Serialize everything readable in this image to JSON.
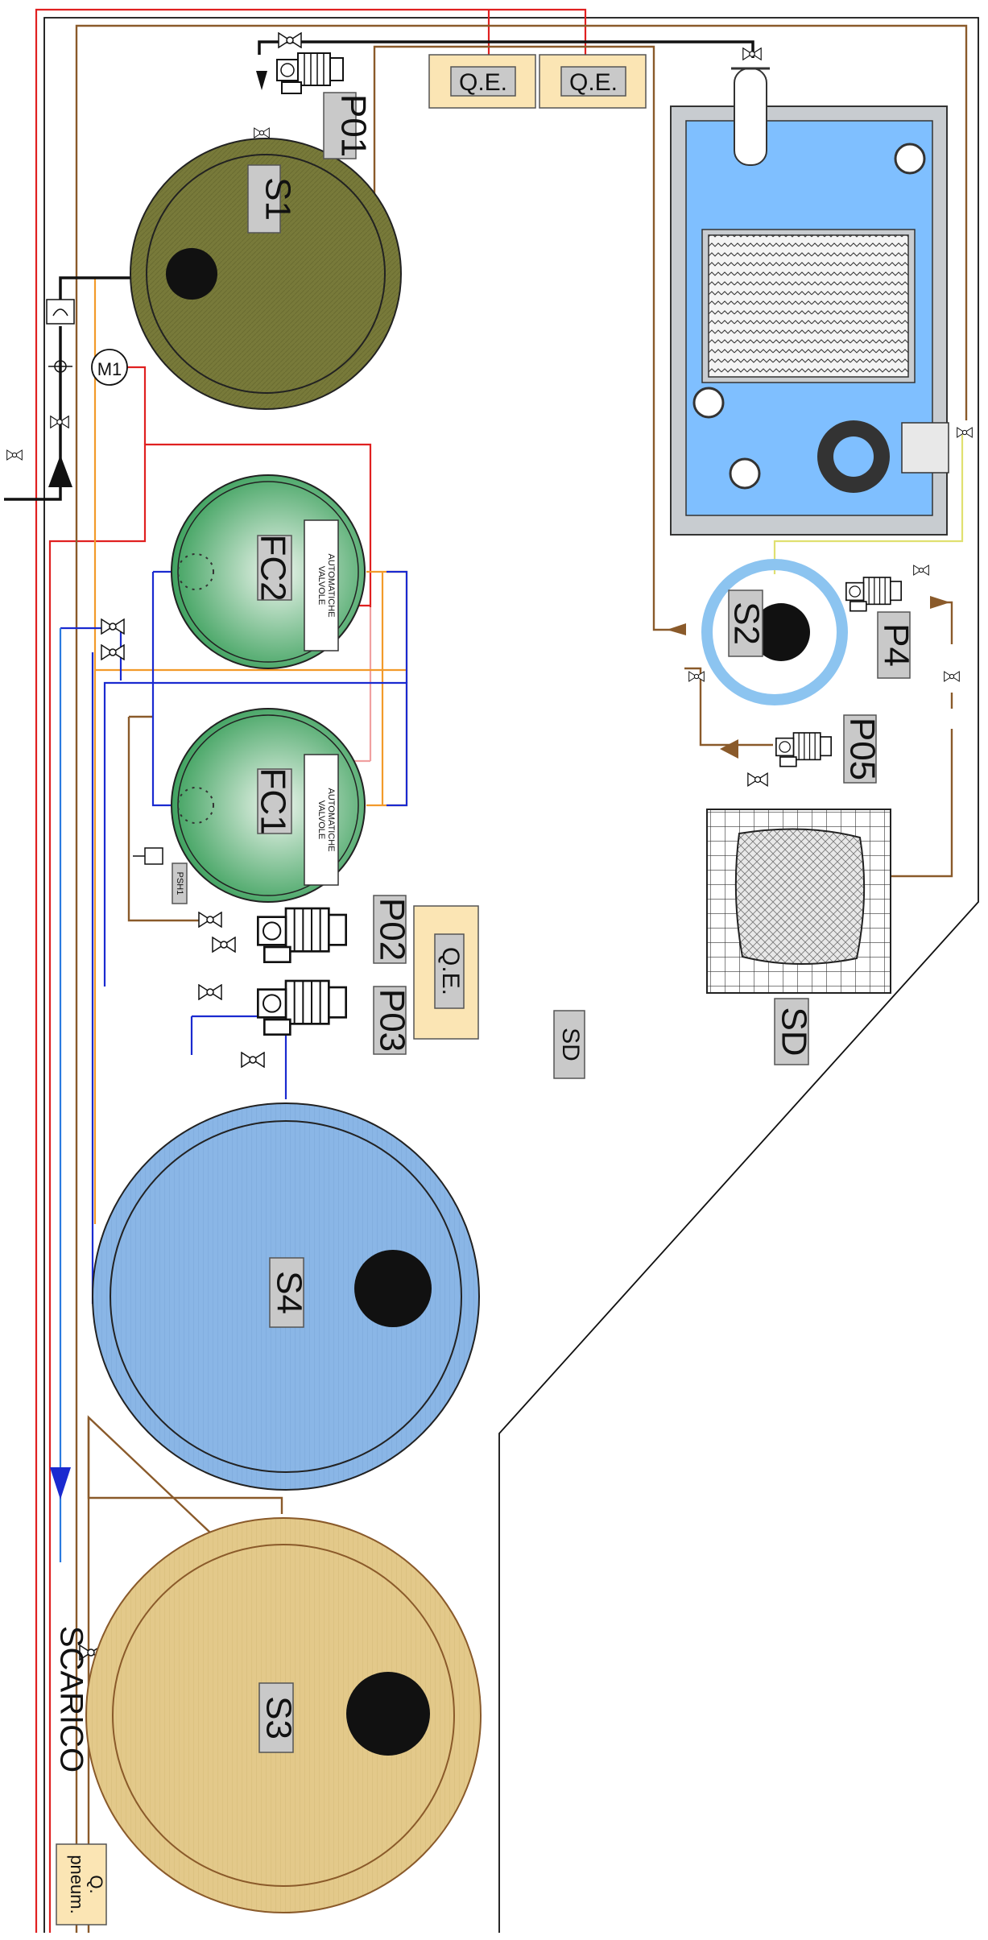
{
  "labels": {
    "s1": "S1",
    "s2": "S2",
    "s3": "S3",
    "s4": "S4",
    "fc1": "FC1",
    "fc2": "FC2",
    "p01": "P01",
    "p02": "P02",
    "p03": "P03",
    "p4": "P4",
    "p05": "P05",
    "m1": "M1",
    "qe_top_1": "Q.E.",
    "qe_top_2": "Q.E.",
    "qe_mid": "Q.E.",
    "sd_floor": "SD",
    "sd_bed": "SD",
    "scarico": "SCARICO",
    "q_pneum_1": "Q.",
    "q_pneum_2": "pneum.",
    "psh1": "PSH1",
    "valvole_fc1_1": "VALVOLE",
    "valvole_fc1_2": "AUTOMATICHE",
    "valvole_fc2_1": "VALVOLE",
    "valvole_fc2_2": "AUTOMATICHE"
  },
  "colors": {
    "tank_s1": "#7a7a3a",
    "tank_s2_ring": "#8cc4f0",
    "tank_s3": "#e3c98a",
    "tank_s4": "#8ab6e6",
    "filter_green": "#3aa05a",
    "press_blue": "#7fbfff",
    "line_red": "#e02020",
    "line_brown": "#8a5a2a",
    "line_blue": "#1a2ad0",
    "line_orange": "#f29a2a",
    "line_yellow": "#e0e070",
    "line_black": "#111111",
    "qe_fill": "#fbe5b4",
    "tag_fill": "#c9c9c9"
  },
  "icons": [
    "valve-icon",
    "pump-icon",
    "check-valve-icon",
    "flow-arrow-icon",
    "motor-icon",
    "pressure-switch-icon"
  ]
}
